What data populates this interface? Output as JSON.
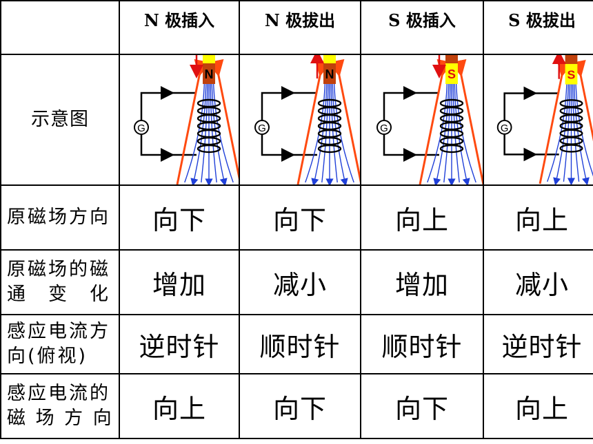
{
  "header": [
    "",
    "N 极插入",
    "N 极拔出",
    "S 极插入",
    "S 极拔出"
  ],
  "rows": [
    {
      "label_lines": [
        "示意图"
      ]
    },
    {
      "label_lines": [
        "原磁场方向"
      ],
      "values": [
        "向下",
        "向下",
        "向上",
        "向上"
      ]
    },
    {
      "label_lines": [
        "原磁场的磁",
        "通　变　化"
      ],
      "values": [
        "增加",
        "减小",
        "增加",
        "减小"
      ]
    },
    {
      "label_lines": [
        "感应电流方",
        "向(俯视)"
      ],
      "values": [
        "逆时针",
        "顺时针",
        "顺时针",
        "逆时针"
      ]
    },
    {
      "label_lines": [
        "感应电流的",
        "磁 场 方 向"
      ],
      "values": [
        "向上",
        "向下",
        "向下",
        "向上"
      ]
    }
  ],
  "diagrams": [
    {
      "pole": "N",
      "motion": "insert",
      "arrow": "down"
    },
    {
      "pole": "N",
      "motion": "remove",
      "arrow": "up"
    },
    {
      "pole": "S",
      "motion": "insert",
      "arrow": "down"
    },
    {
      "pole": "S",
      "motion": "remove",
      "arrow": "up"
    }
  ],
  "galvanometer_label": "G",
  "colors": {
    "yellow": "#ffff00",
    "brown": "#c0410c",
    "red": "#e01010",
    "blue": "#1f3fd8",
    "orange": "#ff4a10",
    "pole_n_text": "#000000",
    "pole_s_text": "#e01010"
  }
}
